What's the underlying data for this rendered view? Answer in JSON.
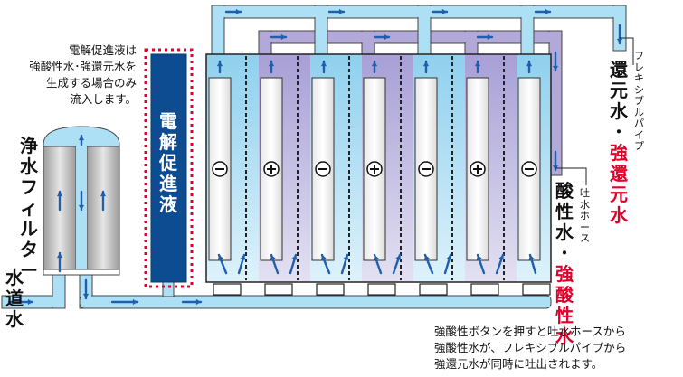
{
  "labels": {
    "filter": "浄水フィルター",
    "tap_water": "水道水",
    "electrolysis_liquid": "電解促進液",
    "note": [
      "電解促進液は",
      "強酸性水･強還元水を",
      "生成する場合のみ",
      "流入します。"
    ],
    "flexible_pipe": "フレキシブルパイプ",
    "reduced_water": "還元水･",
    "strong_reduced_water": "強還元水",
    "discharge_hose": "吐水ホース",
    "acidic_water": "酸性水･",
    "strong_acidic_water": "強酸性水",
    "footnote": [
      "強酸性ボタンを押すと吐水ホースから",
      "強酸性水が、フレキシブルパイプから",
      "強還元水が同時に吐出されます。"
    ]
  },
  "electrodes": [
    "⊖",
    "⊕",
    "⊖",
    "⊕",
    "⊖",
    "⊕",
    "⊖"
  ],
  "colors": {
    "light_blue": "#aee0f5",
    "lavender": "#b3a9d9",
    "arrow_blue": "#1f5fae",
    "dark_blue": "#0e4c92",
    "red": "#e0002a",
    "gray": "#c9c9c9"
  }
}
